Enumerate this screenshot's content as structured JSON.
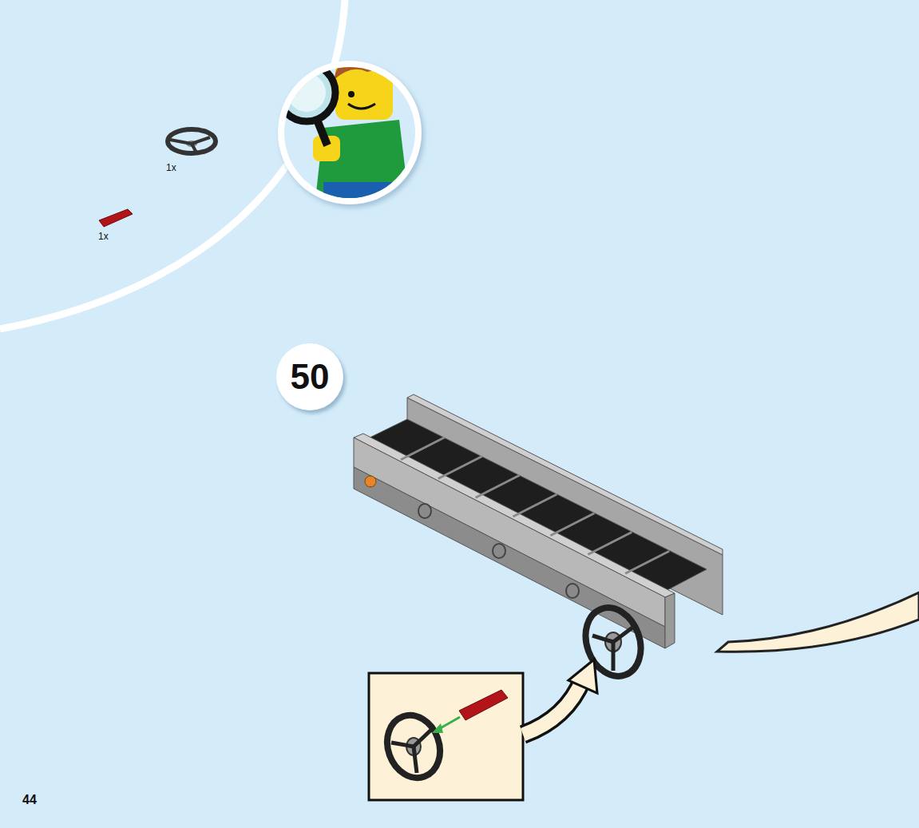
{
  "diagram": {
    "nodes": [
      {
        "text": [
          "50"
        ]
      }
    ],
    "labels": [
      "1x",
      "1x",
      "44"
    ]
  }
}
